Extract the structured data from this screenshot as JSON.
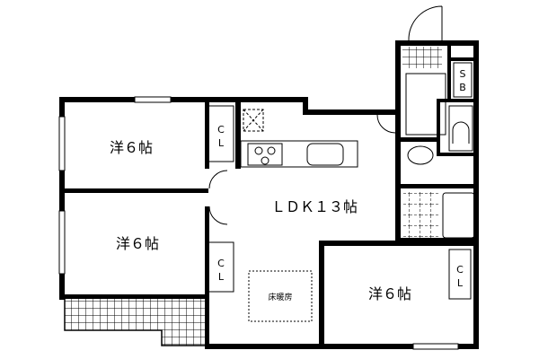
{
  "floorplan": {
    "rooms": {
      "western_top": "洋６帖",
      "western_middle": "洋６帖",
      "western_bottom_right": "洋６帖",
      "ldk": "ＬＤＫ１３帖"
    },
    "floor_heating": "床暖房",
    "closet_labels": [
      {
        "top": "C",
        "bottom": "L"
      },
      {
        "top": "C",
        "bottom": "L"
      },
      {
        "top": "C",
        "bottom": "L"
      }
    ],
    "storage": {
      "top": "S",
      "bottom": "B"
    }
  }
}
